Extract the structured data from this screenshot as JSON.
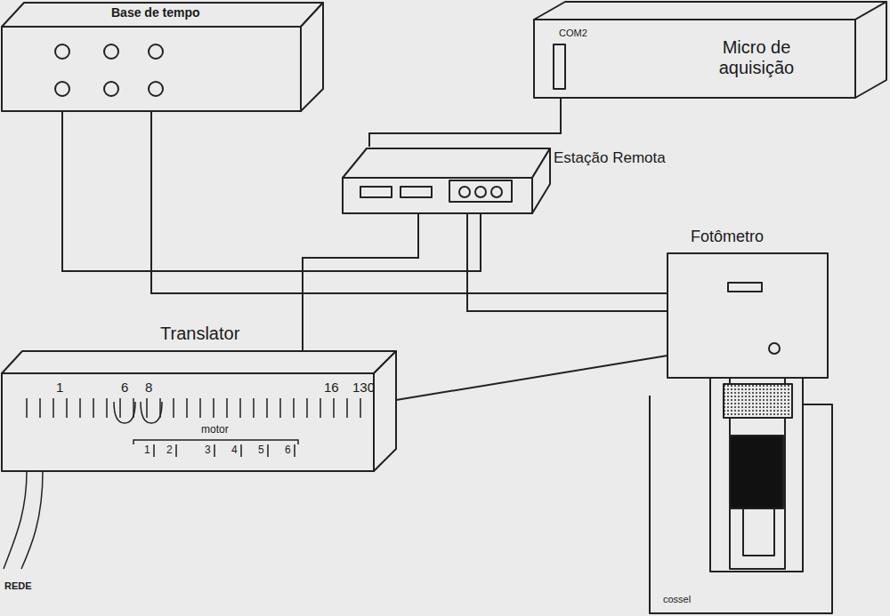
{
  "diagram": {
    "nodes": [
      {
        "text": [
          "Base de tempo"
        ]
      },
      {
        "text": [
          "Micro de aquisição"
        ]
      },
      {
        "text": [
          "Estação Remota"
        ]
      },
      {
        "text": [
          "Fotômetro"
        ]
      },
      {
        "text": [
          "Translator"
        ]
      }
    ],
    "edges": [
      {
        "from": 0,
        "to": 2,
        "arrow": "none"
      },
      {
        "from": 0,
        "to": 3,
        "arrow": "none"
      },
      {
        "from": 1,
        "to": 2,
        "arrow": "none"
      },
      {
        "from": 2,
        "to": 4,
        "arrow": "none"
      },
      {
        "from": 2,
        "to": 3,
        "arrow": "none"
      },
      {
        "from": 4,
        "to": 3,
        "arrow": "none"
      }
    ],
    "labels": [
      "COM2",
      "1",
      "6",
      "8",
      "16",
      "130",
      "motor",
      "1",
      "2",
      "3",
      "4",
      "5",
      "6",
      "REDE",
      "cossel"
    ]
  }
}
